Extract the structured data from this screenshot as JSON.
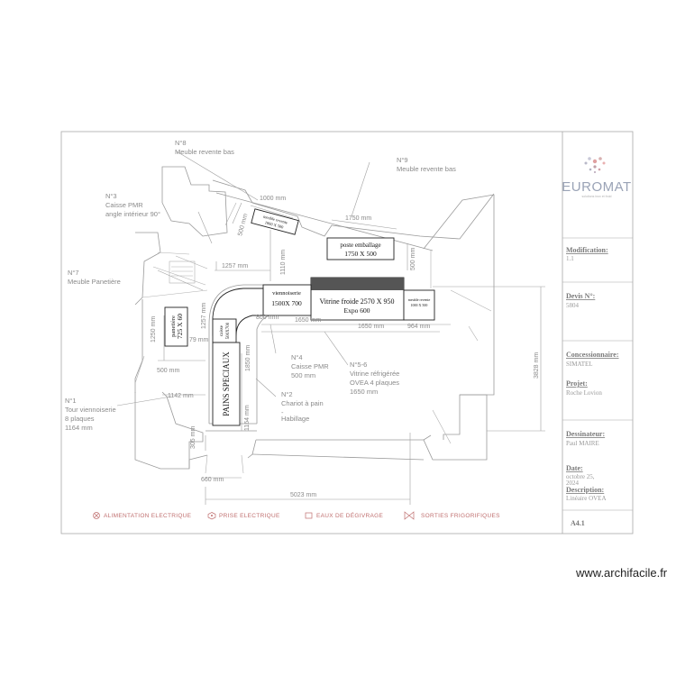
{
  "sidebar": {
    "brand": "EUROMAT",
    "brand_sub": "solutions inox et froid",
    "modification_label": "Modification:",
    "modification_value": "1.1",
    "devis_label": "Devis N°:",
    "devis_value": "5804",
    "concessionnaire_label": "Concessionnaire:",
    "concessionnaire_value": "SIMATEL",
    "projet_label": "Projet:",
    "projet_value": "Roche Lovion",
    "dessinateur_label": "Dessinateur:",
    "dessinateur_value": "Paul MAIRE",
    "date_label": "Date:",
    "date_value_1": "octobre 25,",
    "date_value_2": "2024",
    "description_label": "Description:",
    "description_value": "Linéaire OVEA",
    "sheet": "A4.1"
  },
  "annotations": {
    "n8_title": "N°8",
    "n8_desc": "Meuble revente bas",
    "n9_title": "N°9",
    "n9_desc": "Meuble revente bas",
    "n3_title": "N°3",
    "n3_desc1": "Caisse PMR",
    "n3_desc2": "angle intérieur 90°",
    "n7_title": "N°7",
    "n7_desc": "Meuble Panetière",
    "n1_title": "N°1",
    "n1_desc1": "Tour viennoiserie",
    "n1_desc2": "8 plaques",
    "n1_desc3": "1164 mm",
    "n4_title": "N°4",
    "n4_desc1": "Caisse PMR",
    "n4_desc2": "500 mm",
    "n2_title": "N°2",
    "n2_desc1": "Chariot à pain",
    "n2_desc2": "-",
    "n2_desc3": "Habillage",
    "n56_title": "N°5-6",
    "n56_desc1": "Vitrine réfrigérée",
    "n56_desc2": "OVEA 4 plaques",
    "n56_desc3": "1650 mm"
  },
  "furniture": {
    "vitrine_1": "Vitrine froide 2570 X 950",
    "vitrine_2": "Expo 600",
    "viennoiserie_1": "viennoiserie",
    "viennoiserie_2": "1500X 700",
    "poste_1": "poste emballage",
    "poste_2": "1750 X 500",
    "pains": "PAINS SPECIAUX",
    "panetiere_1": "panetière",
    "panetiere_2": "725 X 60",
    "caisse_small_1": "caisse",
    "caisse_small_2": "500X700",
    "meuble_small_1": "meuble revente",
    "meuble_small_2": "1000 X 500",
    "end_small_1": "meuble revente",
    "end_small_2": "1000 X 500"
  },
  "dimensions": {
    "d1000": "1000 mm",
    "d500a": "500 mm",
    "d1750": "1750 mm",
    "d500b": "500 mm",
    "d1110": "1110 mm",
    "d1257a": "1257 mm",
    "d1257b": "1257 mm",
    "d1650a": "1650 mm",
    "d1650b": "1650 mm",
    "d800": "800 mm",
    "d964": "964 mm",
    "d1250": "1250 mm",
    "d500c": "500 mm",
    "d1142": "1142 mm",
    "d1850": "1850 mm",
    "d1164": "1164 mm",
    "d305": "305 mm",
    "d660": "660 mm",
    "d5023": "5023 mm",
    "d3828": "3828 mm",
    "d79": "79 mm"
  },
  "legend": {
    "item1": "ALIMENTATION ELECTRIQUE",
    "item2": "PRISE ELECTRIQUE",
    "item3": "EAUX DE DÉGIVRAGE",
    "item4": "SORTIES FRIGORIFIQUES"
  },
  "watermark": "www.archifacile.fr",
  "colors": {
    "frame": "#a8a8a8",
    "brand": "#9aa3b6",
    "legend": "#c07070",
    "furniture_dark": "#555555"
  }
}
